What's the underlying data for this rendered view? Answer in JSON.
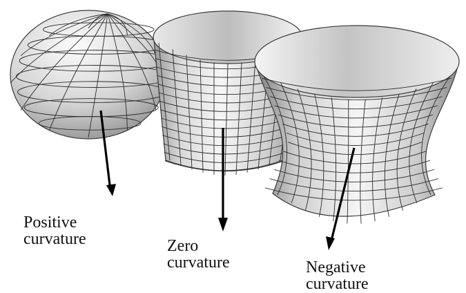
{
  "figure": {
    "colors": {
      "surface_dark": "#8a8a8a",
      "surface_light": "#f2f2f2",
      "grid_line": "#2b2b2b",
      "arrow": "#000000",
      "background": "#ffffff"
    },
    "surfaces": [
      {
        "name": "sphere",
        "shape": "sphere"
      },
      {
        "name": "cylinder",
        "shape": "cylinder"
      },
      {
        "name": "hyperboloid",
        "shape": "one-sheet hyperboloid"
      }
    ],
    "labels": {
      "positive": {
        "line1": "Positive",
        "line2": "curvature"
      },
      "zero": {
        "line1": "Zero",
        "line2": "curvature"
      },
      "negative": {
        "line1": "Negative",
        "line2": "curvature"
      }
    }
  }
}
